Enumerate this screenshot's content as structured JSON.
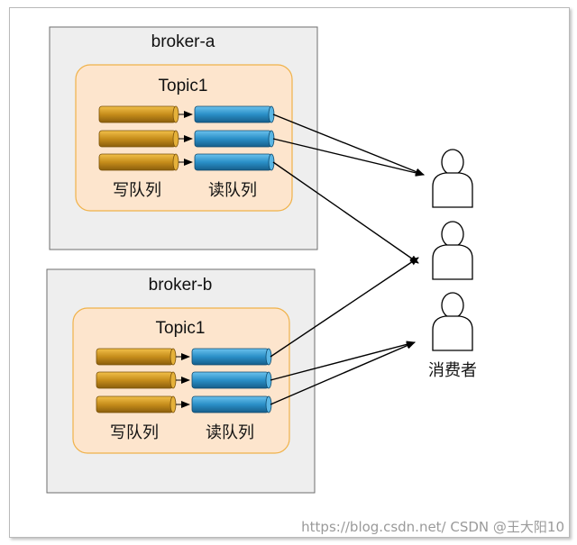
{
  "brokers": [
    {
      "name": "broker-a",
      "topic": "Topic1",
      "write_label": "写队列",
      "read_label": "读队列"
    },
    {
      "name": "broker-b",
      "topic": "Topic1",
      "write_label": "写队列",
      "read_label": "读队列"
    }
  ],
  "consumers": {
    "label": "消费者",
    "count": 3
  },
  "colors": {
    "broker_bg": "#eeeeee",
    "topic_bg": "#fde5cd",
    "topic_border": "#f0b24a",
    "write_queue": "#c8901a",
    "read_queue": "#2a8fc7",
    "arrow": "#000000"
  },
  "watermark": "https://blog.csdn.net/ CSDN @王大阳10"
}
